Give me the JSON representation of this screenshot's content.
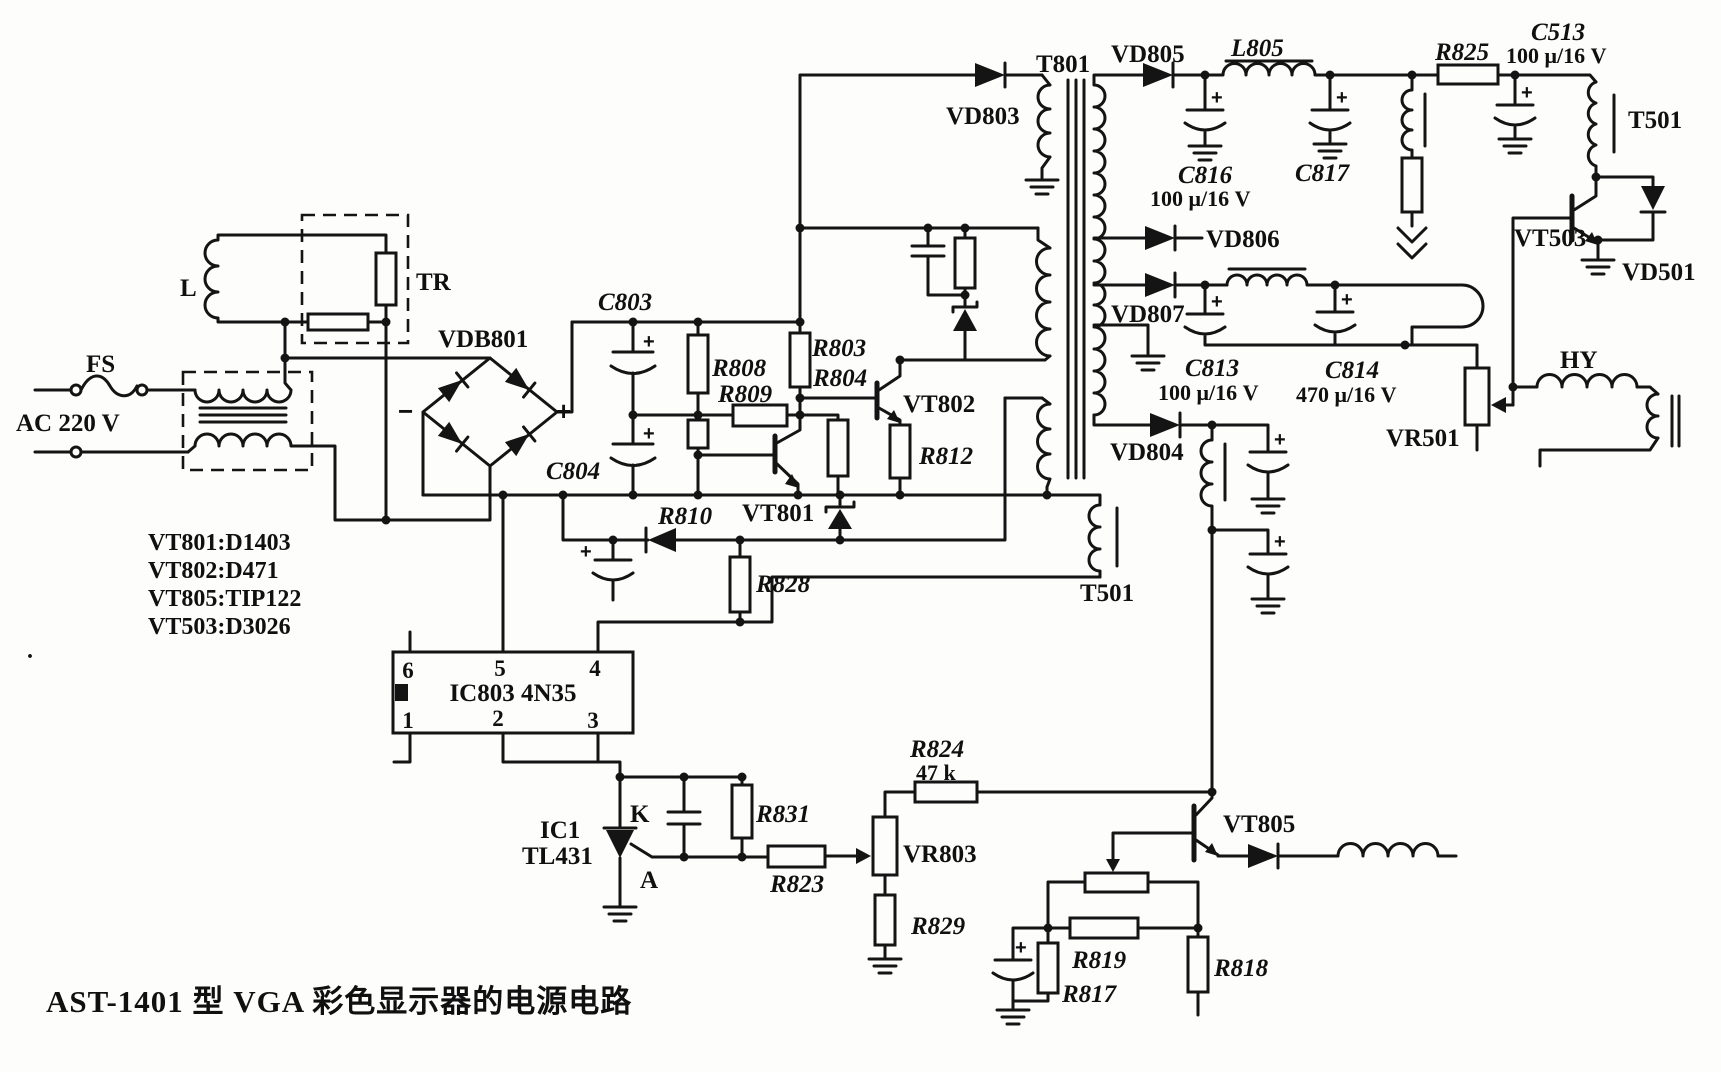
{
  "page": {
    "caption": "AST-1401 型 VGA 彩色显示器的电源电路",
    "stray_dot": "·"
  },
  "symbols": {
    "plus": "+",
    "minus": "−"
  },
  "notes": {
    "items": [
      "VT801:D1403",
      "VT802:D471",
      "VT805:TIP122",
      "VT503:D3026"
    ]
  },
  "labels": {
    "fs": "FS",
    "ac": "AC 220 V",
    "l": "L",
    "tr": "TR",
    "vdb801": "VDB801",
    "c803": "C803",
    "c804": "C804",
    "r808": "R808",
    "r809": "R809",
    "r810": "R810",
    "r803": "R803",
    "r804": "R804",
    "vt801": "VT801",
    "vt802": "VT802",
    "r812": "R812",
    "r828": "R828",
    "vd803": "VD803",
    "t801": "T801",
    "vd805": "VD805",
    "l805": "L805",
    "c816": "C816",
    "c816_value": "100 μ/16 V",
    "c817": "C817",
    "r825": "R825",
    "c513": "C513",
    "c513_value": "100 μ/16 V",
    "t501_top": "T501",
    "vt503": "VT503",
    "vd501": "VD501",
    "vd806": "VD806",
    "vd807": "VD807",
    "c813": "C813",
    "c813_value": "100 μ/16 V",
    "c814": "C814",
    "c814_value": "470 μ/16 V",
    "vr501": "VR501",
    "hy": "HY",
    "vd804": "VD804",
    "t501_bottom": "T501",
    "ic803": "IC803 4N35",
    "ic1": "IC1",
    "tl431": "TL431",
    "k": "K",
    "a": "A",
    "r831": "R831",
    "r823": "R823",
    "vr803": "VR803",
    "r824": "R824",
    "r824_value": "47 k",
    "vt805": "VT805",
    "r829": "R829",
    "r819": "R819",
    "r818": "R818",
    "r817": "R817"
  },
  "ic_pins": {
    "p1": "1",
    "p2": "2",
    "p3": "3",
    "p4": "4",
    "p5": "5",
    "p6": "6"
  }
}
